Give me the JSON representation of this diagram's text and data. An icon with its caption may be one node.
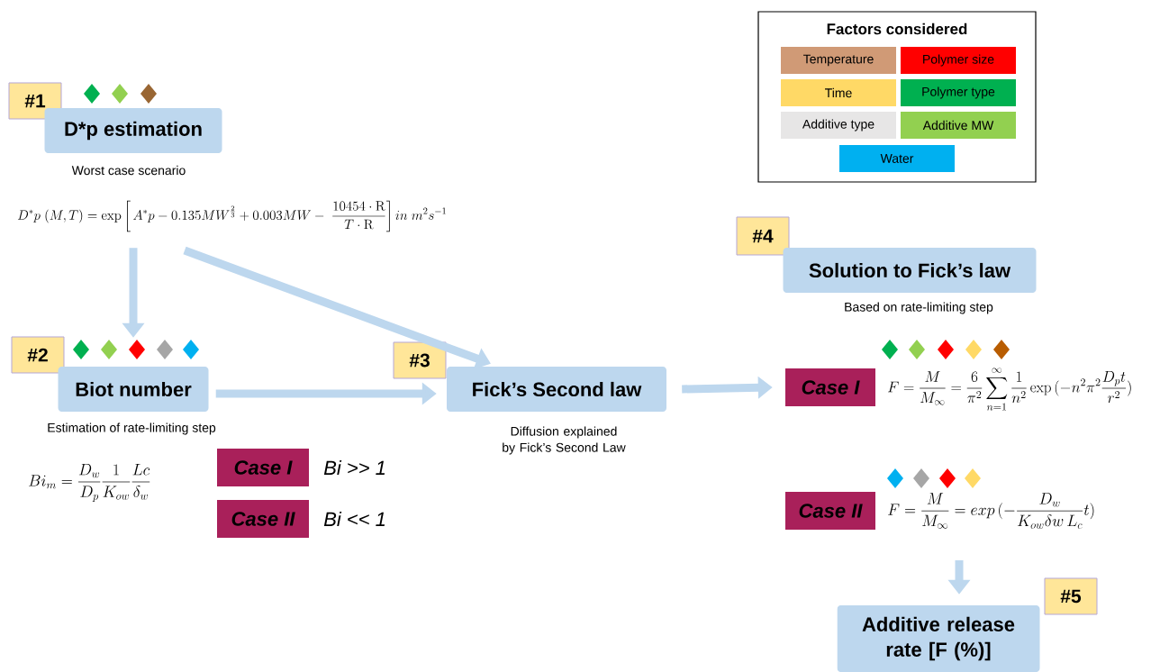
{
  "diagram": {
    "nodes": [
      {
        "text": [
          "#1"
        ]
      },
      {
        "text": [
          "D*p estimation"
        ],
        "beside": [
          "Worst case scenario",
          "D^{*}p\\ (M,T) = \\exp\\left[\\,A^{*}p - 0.135MW^{\\frac{2}{3}} + 0.003MW - \\ \\frac{10454\\cdot \\mathrm{R}}{T\\cdot \\mathrm{R}}\\right] in\\ m^{2}s^{-1}"
        ]
      },
      {
        "text": [
          "#2"
        ]
      },
      {
        "text": [
          "Biot number"
        ],
        "beside": [
          "Estimation of rate-limiting step"
        ]
      },
      {
        "text": [
          "Case I"
        ],
        "beside": [
          "Bi >> 1"
        ]
      },
      {
        "text": [
          "Case II"
        ],
        "beside": [
          "Bi << 1"
        ]
      },
      {
        "text": [
          "#3"
        ]
      },
      {
        "text": [
          "Fick’s Second law"
        ],
        "beside": [
          "Diffusion explained by Fick’s Second Law"
        ]
      },
      {
        "text": [
          "#4"
        ]
      },
      {
        "text": [
          "Solution to Fick’s law"
        ],
        "beside": [
          "Based on rate-limiting step"
        ]
      },
      {
        "text": [
          "Case I"
        ],
        "beside": [
          "F = \\frac{M}{M_{\\infty}} = \\frac{6}{\\pi^{2}}\\sum_{n=1}^{\\infty}\\frac{1}{n^{2}}\\exp\\,(-n^{2}\\pi^{2}\\frac{D_{p}t}{r^{2}})"
        ]
      },
      {
        "text": [
          "Case II"
        ],
        "beside": [
          "F = \\frac{M}{M_{\\infty}} = exp\\,(-\\frac{D_{w}}{K_{ow}\\delta w\\,L_{c}}t)"
        ]
      },
      {
        "text": [
          "#5"
        ]
      },
      {
        "text": [
          "Additive release rate [F (%)]"
        ]
      }
    ],
    "edges": [
      {
        "from": 1,
        "to": 3,
        "arrow": "to"
      },
      {
        "from": 1,
        "to": 7,
        "arrow": "to"
      },
      {
        "from": 3,
        "to": 7,
        "arrow": "to"
      },
      {
        "from": 7,
        "to": 10,
        "arrow": "to"
      },
      {
        "from": null,
        "to": 13,
        "arrow": "to"
      }
    ],
    "labels": [
      "Factors considered",
      "Bi_{m} = \\frac{D_{w}}{D_{p}}\\frac{1}{K_{ow}}\\frac{Lc}{\\delta_{w}}"
    ],
    "legend": [
      {
        "text": "Temperature",
        "color": "#d09a76"
      },
      {
        "text": "Polymer size",
        "color": "#ff0000"
      },
      {
        "text": "Time",
        "color": "#ffd966"
      },
      {
        "text": "Polymer type",
        "color": "#00b050"
      },
      {
        "text": "Additive type",
        "color": "#e7e6e6"
      },
      {
        "text": "Additive MW",
        "color": "#92d050"
      },
      {
        "text": "Water",
        "color": "#00b0f0"
      }
    ]
  }
}
